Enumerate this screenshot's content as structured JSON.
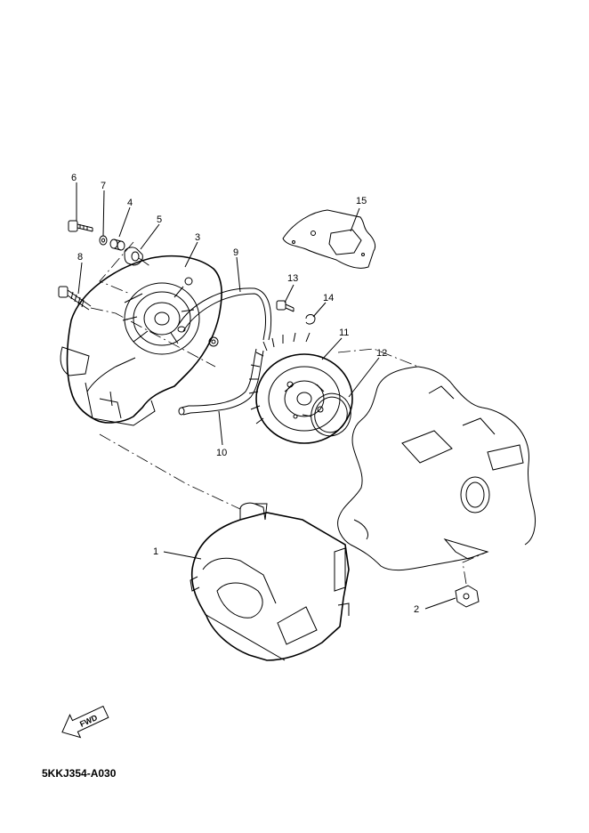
{
  "diagram": {
    "callouts": [
      {
        "id": "c1",
        "text": "1"
      },
      {
        "id": "c2",
        "text": "2"
      },
      {
        "id": "c3",
        "text": "3"
      },
      {
        "id": "c4",
        "text": "4"
      },
      {
        "id": "c5",
        "text": "5"
      },
      {
        "id": "c6",
        "text": "6"
      },
      {
        "id": "c7",
        "text": "7"
      },
      {
        "id": "c8",
        "text": "8"
      },
      {
        "id": "c9",
        "text": "9"
      },
      {
        "id": "c10",
        "text": "10"
      },
      {
        "id": "c11",
        "text": "11"
      },
      {
        "id": "c12",
        "text": "12"
      },
      {
        "id": "c13",
        "text": "13"
      },
      {
        "id": "c14",
        "text": "14"
      },
      {
        "id": "c15",
        "text": "15"
      }
    ],
    "fwd_label": "FWD",
    "diagram_code": "5KKJ354-A030"
  }
}
